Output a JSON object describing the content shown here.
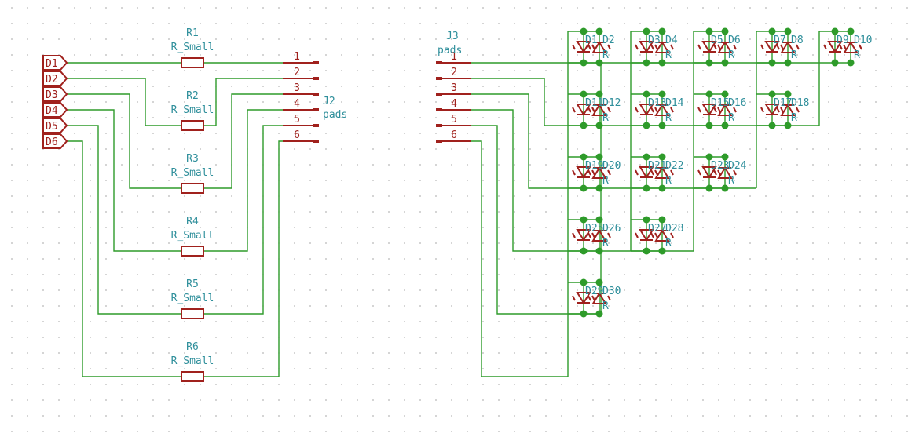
{
  "resistors": [
    {
      "ref": "R1",
      "value": "R_Small"
    },
    {
      "ref": "R2",
      "value": "R_Small"
    },
    {
      "ref": "R3",
      "value": "R_Small"
    },
    {
      "ref": "R4",
      "value": "R_Small"
    },
    {
      "ref": "R5",
      "value": "R_Small"
    },
    {
      "ref": "R6",
      "value": "R_Small"
    }
  ],
  "labels": [
    "D1",
    "D2",
    "D3",
    "D4",
    "D5",
    "D6"
  ],
  "j2": {
    "ref": "J2",
    "value": "pads",
    "pins": [
      "1",
      "2",
      "3",
      "4",
      "5",
      "6"
    ]
  },
  "j3": {
    "ref": "J3",
    "value": "pads",
    "pins": [
      "1",
      "2",
      "3",
      "4",
      "5",
      "6"
    ]
  },
  "led_value": "R",
  "led_pairs": [
    [
      "D1",
      "D2"
    ],
    [
      "D3",
      "D4"
    ],
    [
      "D5",
      "D6"
    ],
    [
      "D7",
      "D8"
    ],
    [
      "D9",
      "D10"
    ],
    [
      "D11",
      "D12"
    ],
    [
      "D13",
      "D14"
    ],
    [
      "D15",
      "D16"
    ],
    [
      "D17",
      "D18"
    ],
    [
      "D19",
      "D20"
    ],
    [
      "D21",
      "D22"
    ],
    [
      "D23",
      "D24"
    ],
    [
      "D25",
      "D26"
    ],
    [
      "D27",
      "D28"
    ],
    [
      "D29",
      "D30"
    ]
  ],
  "matrix_rows": [
    5,
    4,
    3,
    2,
    1
  ],
  "colors": {
    "wire": "#2e9b2a",
    "symbol": "#a0211d",
    "text": "#2f8f9b",
    "grid": "#8a8a8a"
  }
}
